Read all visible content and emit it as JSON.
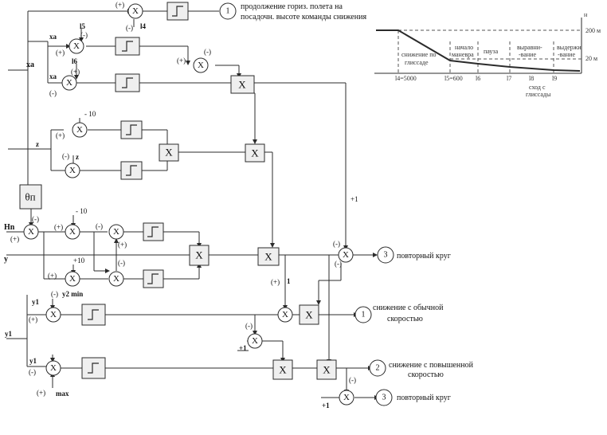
{
  "inputs": {
    "xa": "xa",
    "xa_top": "xa",
    "xa_bottom": "xa",
    "z": "z",
    "z_input": "z",
    "theta": "θп",
    "hn": "Hn",
    "y": "y",
    "y1_top": "y1",
    "y1_mid": "y1",
    "y1_bottom": "y1",
    "y2_min": "y2 min",
    "max": "max",
    "l4": "l4",
    "l5": "l5",
    "l6": "l6"
  },
  "signs": {
    "plus": "(+)",
    "minus": "(-)",
    "minus10": "- 10",
    "plus10": "+10",
    "plus1": "+1",
    "one": "1"
  },
  "node_label": "X",
  "outputs": {
    "o1_top": {
      "num": "1",
      "text": [
        "продолжение гориз. полета на",
        "посадочн. высоте команды снижения"
      ]
    },
    "o3_mid": {
      "num": "3",
      "text": "повторный круг"
    },
    "o1_low": {
      "num": "1",
      "text": [
        "снижение с обычной",
        "скоростью"
      ]
    },
    "o2": {
      "num": "2",
      "text": [
        "снижение с повышенной",
        "скоростью"
      ]
    },
    "o3_bottom": {
      "num": "3",
      "text": "повторный круг"
    }
  },
  "profile": {
    "h_axis": "н",
    "h200": "200 м",
    "h20": "20 м",
    "zones": [
      [
        "снижение по",
        "глиссаде"
      ],
      [
        "начало",
        "маневра"
      ],
      [
        "пауза"
      ],
      [
        "выравни-",
        "-вание"
      ],
      [
        "выдержи",
        "-вание"
      ]
    ],
    "ticks": [
      "l4=5000",
      "l5=600",
      "l6",
      "l7",
      "l8",
      "l9"
    ],
    "exit_label": [
      "сход с",
      "глиссады"
    ]
  }
}
